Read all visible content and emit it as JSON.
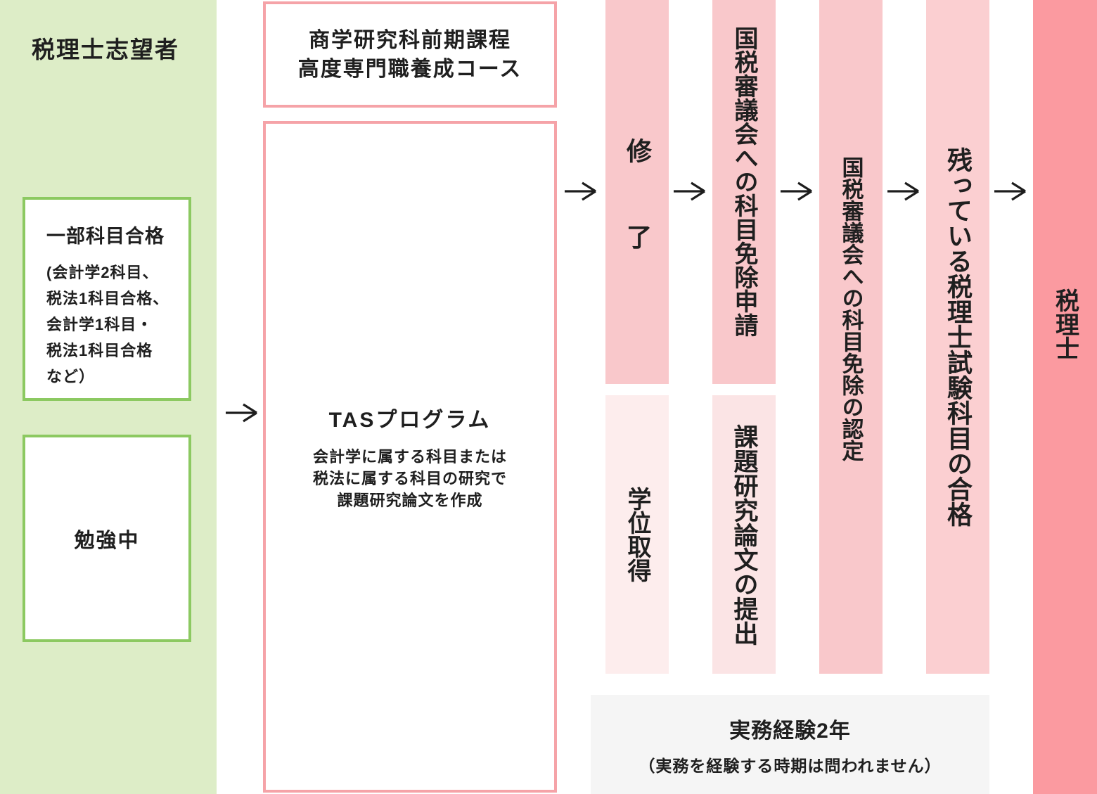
{
  "palette": {
    "green_bg": "#DDEDC7",
    "green_border": "#8CC961",
    "pink_border": "#F5A3A8",
    "pink_strong": "#F9C8CB",
    "pink_medium": "#FBCFD1",
    "pink_light": "#FBE4E5",
    "pink_faint": "#FDEDED",
    "red_final": "#FB9AA0",
    "gray_box": "#F5F5F5",
    "text": "#1F1F1F"
  },
  "left_panel": {
    "title": "税理士志望者",
    "partial_pass_box": {
      "title": "一部科目合格",
      "lines": [
        "(会計学2科目、",
        "税法1科目合格、",
        "会計学1科目・",
        "税法1科目合格",
        "など）"
      ]
    },
    "studying_box": {
      "label": "勉強中"
    }
  },
  "course_box": {
    "lines": [
      "商学研究科前期課程",
      "高度専門職養成コース"
    ]
  },
  "tas_box": {
    "title": "TASプログラム",
    "lines": [
      "会計学に属する科目または",
      "税法に属する科目の研究で",
      "課題研究論文を作成"
    ]
  },
  "stages": {
    "completion": "修了",
    "degree": "学位取得",
    "exemption_application": "国税審議会への科目免除申請",
    "thesis_submission": "課題研究論文の提出",
    "exemption_certification": "国税審議会への科目免除の認定",
    "remaining_exams": "残っている税理士試験科目の合格",
    "tax_accountant": "税理士"
  },
  "experience_box": {
    "title": "実務経験2年",
    "note": "（実務を経験する時期は問われません）"
  }
}
